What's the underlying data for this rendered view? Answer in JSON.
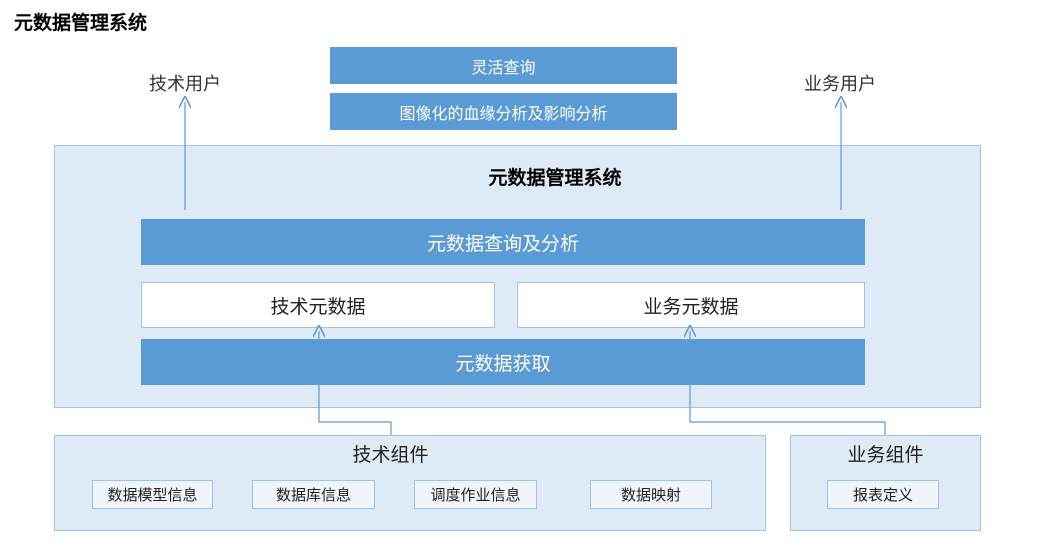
{
  "page_title": "元数据管理系统",
  "top_bars": {
    "flexible_query": "灵活查询",
    "lineage_analysis": "图像化的血缘分析及影响分析"
  },
  "users": {
    "tech": "技术用户",
    "biz": "业务用户"
  },
  "system": {
    "title": "元数据管理系统",
    "query_analysis": "元数据查询及分析",
    "tech_metadata": "技术元数据",
    "biz_metadata": "业务元数据",
    "acquisition": "元数据获取"
  },
  "tech_components": {
    "title": "技术组件",
    "items": [
      "数据模型信息",
      "数据库信息",
      "调度作业信息",
      "数据映射"
    ]
  },
  "biz_components": {
    "title": "业务组件",
    "items": [
      "报表定义"
    ]
  },
  "colors": {
    "bar_blue": "#5b9bd5",
    "panel_fill": "#deeaf6",
    "border": "#9dc3e6",
    "arrow": "#5b9bd5"
  }
}
